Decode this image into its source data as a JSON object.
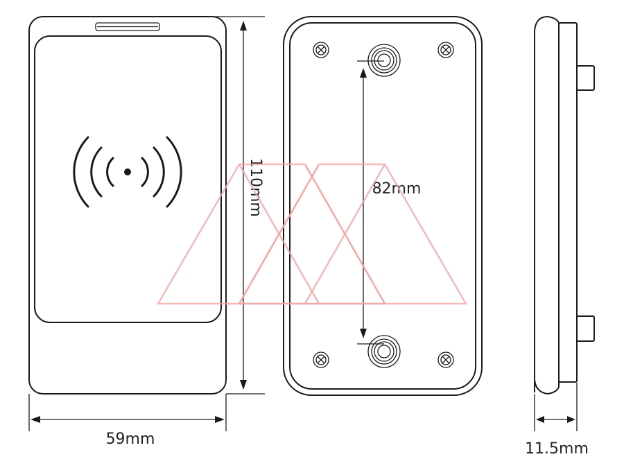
{
  "dimensions": {
    "width": "59mm",
    "height": "110mm",
    "hole_spacing": "82mm",
    "thickness": "11.5mm"
  },
  "views": [
    "front-view",
    "back-view",
    "side-view"
  ],
  "colors": {
    "line": "#1a1a1a",
    "watermark": "#f2a6a6"
  }
}
